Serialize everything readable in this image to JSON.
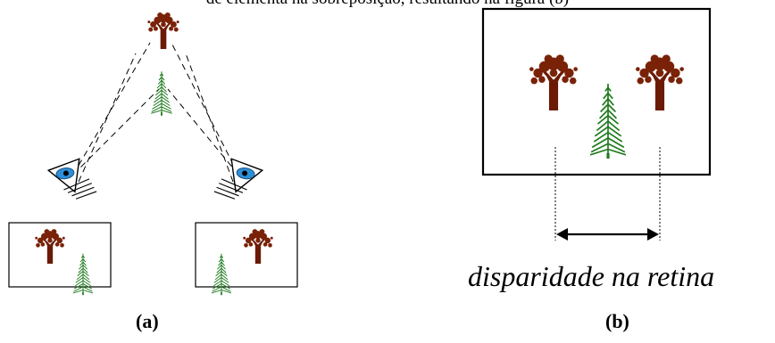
{
  "header_fragment": "de elementa na sobreposição, resultando na figura (b)",
  "labels": {
    "a": "(a)",
    "b": "(b)"
  },
  "caption": "disparidade na retina",
  "colors": {
    "tree_trunk": "#6b1a05",
    "tree_leaf": "#7a2208",
    "pine": "#1f7a1f",
    "eye_iris": "#2d8fd8",
    "ink": "#000000"
  }
}
